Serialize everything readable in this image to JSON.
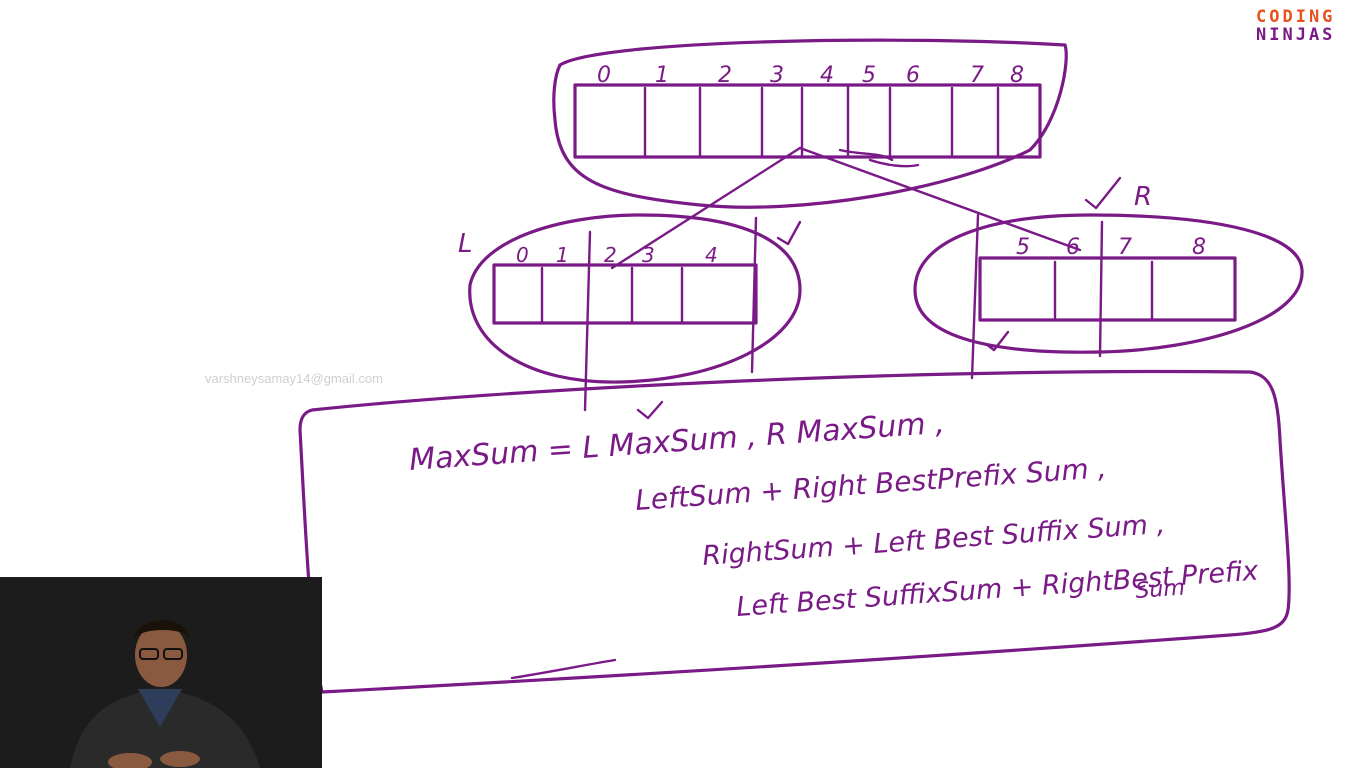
{
  "watermark": "varshneysamay14@gmail.com",
  "logo": {
    "line1": "CODING",
    "line2": "NINJAS"
  },
  "board": {
    "top_array_indices": [
      "0",
      "1",
      "2",
      "3",
      "4",
      "5",
      "6",
      "7",
      "8"
    ],
    "left_label": "L",
    "left_indices": [
      "0",
      "1",
      "2",
      "3",
      "4"
    ],
    "right_label": "R",
    "right_indices": [
      "5",
      "6",
      "7",
      "8"
    ],
    "formula": {
      "line1": "MaxSum = L MaxSum , R MaxSum ,",
      "line2": "LeftSum + Right BestPrefix Sum ,",
      "line3": "RightSum + Left Best Suffix Sum ,",
      "line4": "Left Best SuffixSum + RightBest Prefix",
      "line5": "Sum"
    }
  },
  "colors": {
    "ink": "#7a1a86",
    "logo_orange": "#e8501f",
    "logo_purple": "#7a1a86",
    "webcam_bg": "#1a1a1a"
  }
}
